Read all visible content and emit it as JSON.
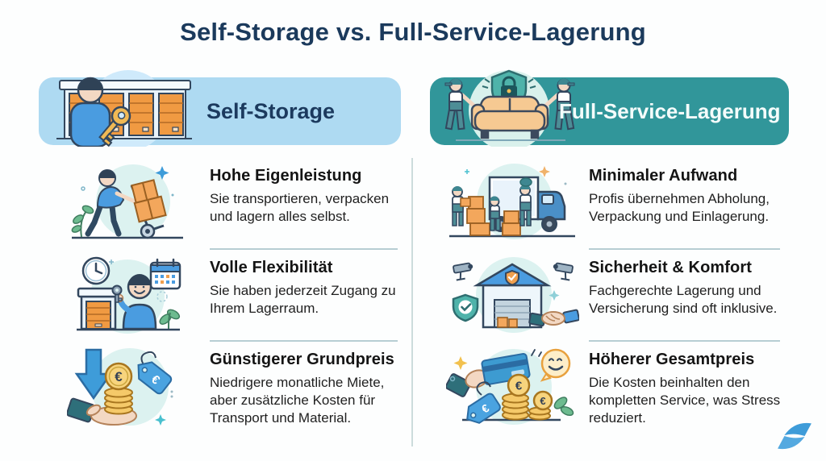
{
  "title": "Self-Storage vs. Full-Service-Lagerung",
  "left": {
    "header": {
      "label": "Self-Storage",
      "icon": "man-with-key-storage-units-icon",
      "bg_color": "#aedaf2",
      "text_color": "#1c3a5e"
    },
    "items": [
      {
        "icon": "man-pushing-hand-truck-boxes-icon",
        "title": "Hohe Eigenleistung",
        "description": "Sie transportieren, verpacken und lagern alles selbst."
      },
      {
        "icon": "man-key-garage-clock-calendar-icon",
        "title": "Volle Flexibilität",
        "description": "Sie haben jederzeit Zugang zu Ihrem Lagerraum."
      },
      {
        "icon": "hand-coins-down-arrow-euro-tag-icon",
        "title": "Günstigerer Grundpreis",
        "description": "Niedrigere monatliche Miete, aber zusätzliche Kosten für Transport und Material."
      }
    ]
  },
  "right": {
    "header": {
      "label": "Full-Service-Lagerung",
      "icon": "movers-carrying-couch-shield-lock-icon",
      "bg_color": "#31969a",
      "text_color": "#f4fcfb"
    },
    "items": [
      {
        "icon": "movers-loading-truck-boxes-icon",
        "title": "Minimaler Aufwand",
        "description": "Profis übernehmen Abholung, Verpackung und Einlagerung."
      },
      {
        "icon": "warehouse-shields-cameras-handshake-icon",
        "title": "Sicherheit & Komfort",
        "description": "Fachgerechte Lagerung und Versicherung sind oft inklusive."
      },
      {
        "icon": "hand-credit-card-coins-smiley-euro-tag-icon",
        "title": "Höherer Gesamtpreis",
        "description": "Die Kosten beinhalten den kompletten Service, was Stress reduziert."
      }
    ]
  },
  "currency": {
    "symbol": "€"
  },
  "footer": {
    "logo": "blue-swoosh-s-logo-icon"
  },
  "colors": {
    "title_text": "#1b3a5c",
    "left_header_bg": "#aedaf2",
    "right_header_bg": "#31969a",
    "item_title_text": "#141414",
    "body_text": "#1f1f1f",
    "divider": "#b7ced3",
    "illustration_circle_blue": "#cfeafb",
    "illustration_circle_mint": "#dcf2f0",
    "orange_box": "#f3a75c",
    "teal_worker": "#4d8d96",
    "blue_shirt": "#4a9ce0",
    "gold_coin": "#f5c969",
    "logo_blue": "#3e9cd9"
  }
}
